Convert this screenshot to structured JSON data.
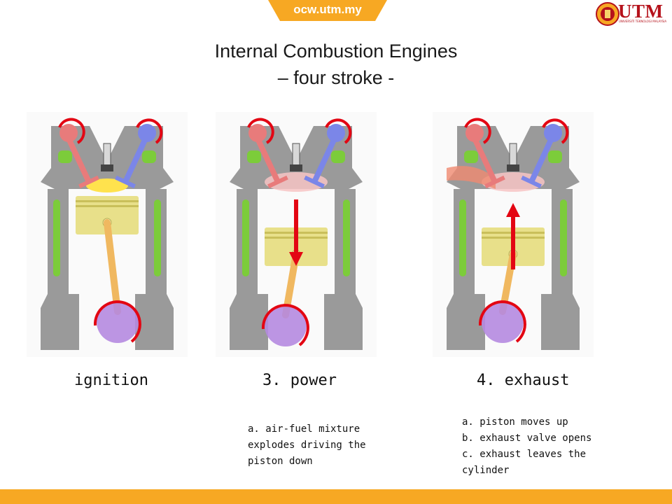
{
  "header": {
    "tab_text": "ocw.utm.my",
    "logo_text": "UTM",
    "logo_subtext": "UNIVERSITI TEKNOLOGI MALAYSIA"
  },
  "title": {
    "line1": "Internal Combustion Engines",
    "line2": "– four stroke -"
  },
  "strokes": [
    {
      "label": "ignition",
      "description": ""
    },
    {
      "label": "3. power",
      "description": "a. air-fuel mixture\nexplodes driving the\npiston down"
    },
    {
      "label": "4. exhaust",
      "description": "a. piston moves up\nb. exhaust valve opens\nc. exhaust leaves the\ncylinder"
    }
  ],
  "colors": {
    "accent": "#f7a823",
    "brand": "#b5121b",
    "arrow": "#e30613",
    "engine_gray": "#9a9a9a",
    "coolant": "#7ccc3a",
    "piston": "#e8e08a",
    "crank": "#b58ae0",
    "intake": "#7b86e8",
    "exhaust": "#e87b7b"
  }
}
